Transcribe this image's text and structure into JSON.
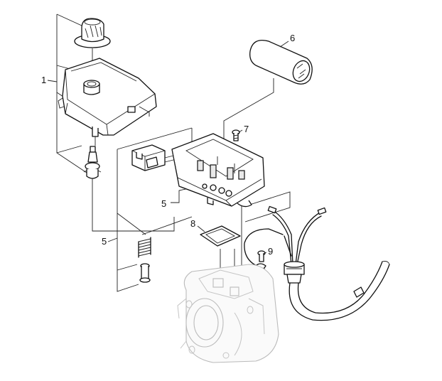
{
  "callouts": {
    "c1": "1",
    "c5a": "5",
    "c5b": "5",
    "c6": "6",
    "c7": "7",
    "c8": "8",
    "c9": "9"
  }
}
